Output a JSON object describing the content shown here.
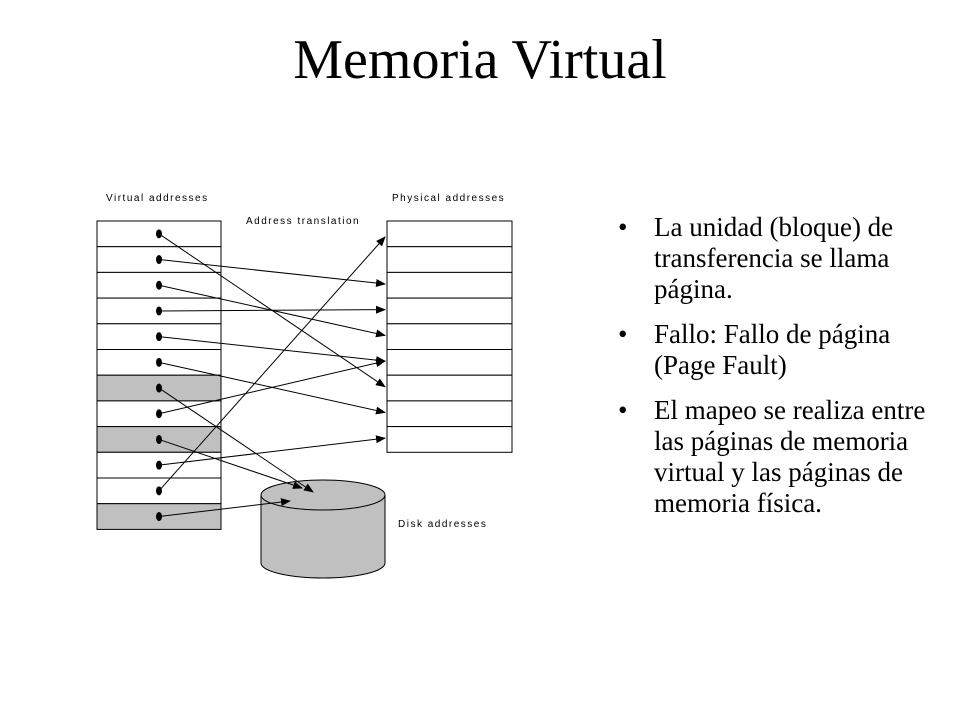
{
  "slide": {
    "title": "Memoria Virtual",
    "bullets": [
      "La unidad (bloque) de transferencia se llama página.",
      "Fallo: Fallo de página (Page Fault)",
      "El mapeo se realiza entre las páginas de memoria virtual y las páginas de memoria física."
    ]
  },
  "diagram": {
    "labels": {
      "virtual": "Virtual addresses",
      "translation": "Address translation",
      "physical": "Physical addresses",
      "disk": "Disk addresses"
    },
    "virtual_pages": 12,
    "physical_pages": 9,
    "shaded_virtual_pages": [
      6,
      8,
      11
    ],
    "mappings": [
      {
        "virtual": 0,
        "target": "physical",
        "index": 6
      },
      {
        "virtual": 1,
        "target": "physical",
        "index": 2
      },
      {
        "virtual": 2,
        "target": "physical",
        "index": 4
      },
      {
        "virtual": 3,
        "target": "physical",
        "index": 3
      },
      {
        "virtual": 4,
        "target": "physical",
        "index": 5
      },
      {
        "virtual": 5,
        "target": "physical",
        "index": 7
      },
      {
        "virtual": 6,
        "target": "disk"
      },
      {
        "virtual": 7,
        "target": "physical",
        "index": 5
      },
      {
        "virtual": 8,
        "target": "disk"
      },
      {
        "virtual": 9,
        "target": "physical",
        "index": 8
      },
      {
        "virtual": 10,
        "target": "physical",
        "index": 0
      },
      {
        "virtual": 11,
        "target": "disk"
      }
    ],
    "colors": {
      "line": "#000000",
      "shaded": "#c0c0c0",
      "disk": "#c0c0c0"
    }
  }
}
